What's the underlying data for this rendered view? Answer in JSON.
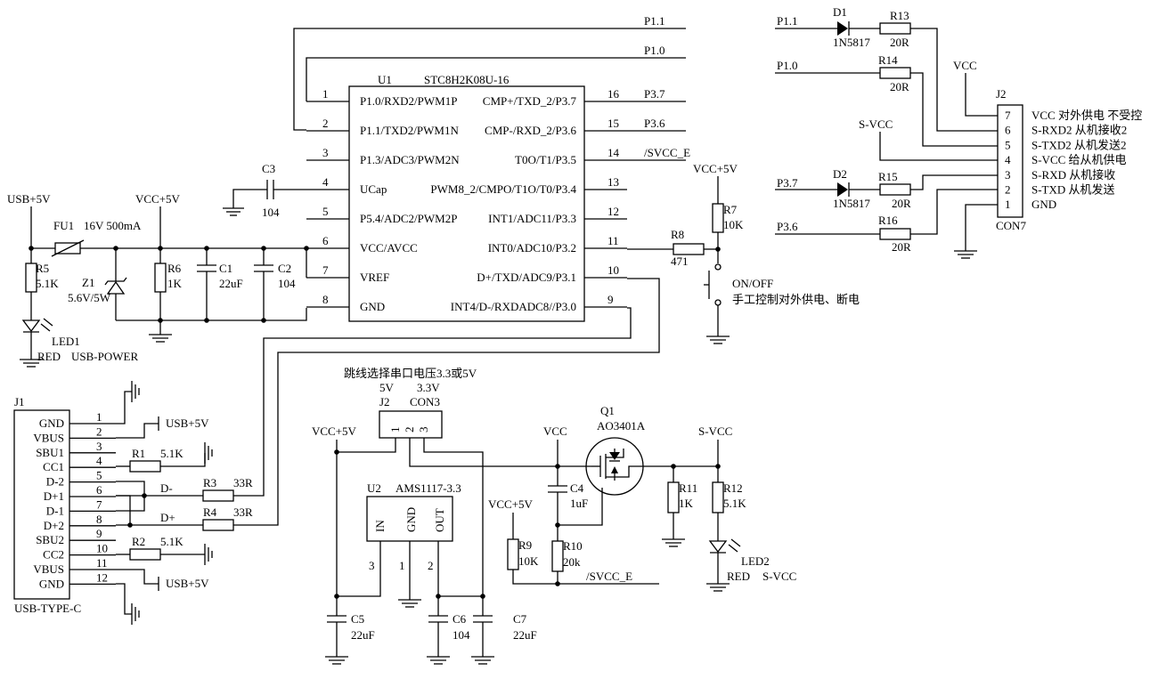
{
  "u1": {
    "ref": "U1",
    "part": "STC8H2K08U-16",
    "left_pins": [
      {
        "num": "1",
        "name": "P1.0/RXD2/PWM1P"
      },
      {
        "num": "2",
        "name": "P1.1/TXD2/PWM1N"
      },
      {
        "num": "3",
        "name": "P1.3/ADC3/PWM2N"
      },
      {
        "num": "4",
        "name": "UCap"
      },
      {
        "num": "5",
        "name": "P5.4/ADC2/PWM2P"
      },
      {
        "num": "6",
        "name": "VCC/AVCC"
      },
      {
        "num": "7",
        "name": "VREF"
      },
      {
        "num": "8",
        "name": "GND"
      }
    ],
    "right_pins": [
      {
        "num": "16",
        "name": "CMP+/TXD_2/P3.7"
      },
      {
        "num": "15",
        "name": "CMP-/RXD_2/P3.6"
      },
      {
        "num": "14",
        "name": "T0O/T1/P3.5"
      },
      {
        "num": "13",
        "name": "PWM8_2/CMPO/T1O/T0/P3.4"
      },
      {
        "num": "12",
        "name": "INT1/ADC11/P3.3"
      },
      {
        "num": "11",
        "name": "INT0/ADC10/P3.2"
      },
      {
        "num": "10",
        "name": "D+/TXD/ADC9/P3.1"
      },
      {
        "num": "9",
        "name": "INT4/D-/RXDADC8//P3.0"
      }
    ]
  },
  "nets": {
    "p11": "P1.1",
    "p10": "P1.0",
    "p37": "P3.7",
    "p36": "P3.6",
    "svcc_e": "/SVCC_E",
    "usb5v": "USB+5V",
    "vcc5v": "VCC+5V",
    "vcc": "VCC",
    "svcc": "S-VCC"
  },
  "parts": {
    "c3": {
      "ref": "C3",
      "val": "104"
    },
    "fu1": {
      "ref": "FU1",
      "val": "16V 500mA"
    },
    "z1": {
      "ref": "Z1",
      "val": "5.6V/5W"
    },
    "r5": {
      "ref": "R5",
      "val": "5.1K"
    },
    "r6": {
      "ref": "R6",
      "val": "1K"
    },
    "c1": {
      "ref": "C1",
      "val": "22uF"
    },
    "c2": {
      "ref": "C2",
      "val": "104"
    },
    "led1": {
      "ref": "LED1",
      "val": "RED"
    },
    "r7": {
      "ref": "R7",
      "val": "10K"
    },
    "r8": {
      "ref": "R8",
      "val": "471"
    },
    "d1": {
      "ref": "D1",
      "val": "1N5817"
    },
    "d2": {
      "ref": "D2",
      "val": "1N5817"
    },
    "r13": {
      "ref": "R13",
      "val": "20R"
    },
    "r14": {
      "ref": "R14",
      "val": "20R"
    },
    "r15": {
      "ref": "R15",
      "val": "20R"
    },
    "r16": {
      "ref": "R16",
      "val": "20R"
    },
    "r1": {
      "ref": "R1",
      "val": "5.1K"
    },
    "r2": {
      "ref": "R2",
      "val": "5.1K"
    },
    "r3": {
      "ref": "R3",
      "val": "33R"
    },
    "r4": {
      "ref": "R4",
      "val": "33R"
    },
    "u2": {
      "ref": "U2",
      "val": "AMS1117-3.3",
      "pin_in": "IN",
      "pin_gnd": "GND",
      "pin_out": "OUT",
      "n3": "3",
      "n1": "1",
      "n2": "2"
    },
    "c5": {
      "ref": "C5",
      "val": "22uF"
    },
    "c6": {
      "ref": "C6",
      "val": "104"
    },
    "c7": {
      "ref": "C7",
      "val": "22uF"
    },
    "q1": {
      "ref": "Q1",
      "val": "AO3401A"
    },
    "c4": {
      "ref": "C4",
      "val": "1uF"
    },
    "r9": {
      "ref": "R9",
      "val": "10K"
    },
    "r10": {
      "ref": "R10",
      "val": "20k"
    },
    "r11": {
      "ref": "R11",
      "val": "1K"
    },
    "r12": {
      "ref": "R12",
      "val": "5.1K"
    },
    "led2": {
      "ref": "LED2",
      "val": "RED"
    }
  },
  "labels": {
    "usb_power": "USB-POWER",
    "switch_name": "ON/OFF",
    "switch_desc": "手工控制对外供电、断电",
    "jumper_title": "跳线选择串口电压3.3或5V",
    "jumper_5v": "5V",
    "jumper_33v": "3.3V",
    "jumper_ref": "J2",
    "jumper_part": "CON3",
    "led2_net": "S-VCC",
    "d_minus": "D-",
    "d_plus": "D+"
  },
  "j2_out": {
    "ref": "J2",
    "part": "CON7",
    "pins": [
      {
        "num": "7",
        "desc": "VCC 对外供电 不受控"
      },
      {
        "num": "6",
        "desc": "S-RXD2 从机接收2"
      },
      {
        "num": "5",
        "desc": "S-TXD2 从机发送2"
      },
      {
        "num": "4",
        "desc": "S-VCC 给从机供电"
      },
      {
        "num": "3",
        "desc": "S-RXD 从机接收"
      },
      {
        "num": "2",
        "desc": "S-TXD 从机发送"
      },
      {
        "num": "1",
        "desc": "GND"
      }
    ]
  },
  "j1": {
    "ref": "J1",
    "part": "USB-TYPE-C",
    "pins": [
      {
        "num": "1",
        "name": "GND"
      },
      {
        "num": "2",
        "name": "VBUS"
      },
      {
        "num": "3",
        "name": "SBU1"
      },
      {
        "num": "4",
        "name": "CC1"
      },
      {
        "num": "5",
        "name": "D-2"
      },
      {
        "num": "6",
        "name": "D+1"
      },
      {
        "num": "7",
        "name": "D-1"
      },
      {
        "num": "8",
        "name": "D+2"
      },
      {
        "num": "9",
        "name": "SBU2"
      },
      {
        "num": "10",
        "name": "CC2"
      },
      {
        "num": "11",
        "name": "VBUS"
      },
      {
        "num": "12",
        "name": "GND"
      }
    ]
  },
  "jumper_pins": [
    "1",
    "2",
    "3"
  ]
}
